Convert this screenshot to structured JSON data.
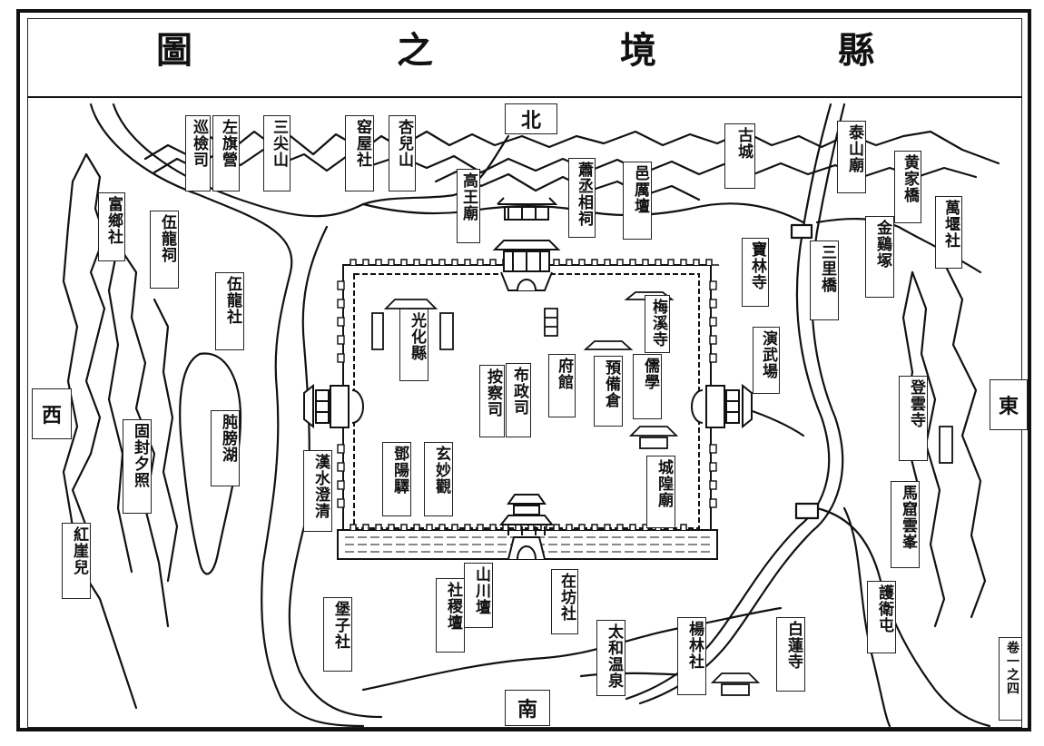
{
  "title": {
    "chars_left_to_right": [
      "圖",
      "之",
      "境",
      "縣"
    ],
    "reading": "縣境之圖"
  },
  "directions": {
    "north": "北",
    "south": "南",
    "west": "西",
    "east": "東"
  },
  "page_marker": "卷一之四",
  "labels": {
    "xunjiansi": "巡檢司",
    "zuoqiying": "左旗營",
    "sanjianshan": "三尖山",
    "yaowushe": "窑屋社",
    "xingershan": "杏兒山",
    "gaowangmiao": "高王廟",
    "xiaochengxiangci": "蕭丞相祠",
    "yilitan": "邑厲壇",
    "gucheng": "古城",
    "taishanmiao": "泰山廟",
    "huangjiaqiao": "黄家橋",
    "jinjizhong": "金鷄塚",
    "wanyanshe": "萬堰社",
    "sanliqiao": "三里橋",
    "baolinsi": "寶林寺",
    "yanwuchang": "演武場",
    "dengyunsi": "登雲寺",
    "makuyunfeng": "馬窟雲峯",
    "huweitun": "護衛屯",
    "bailiansi": "白蓮寺",
    "yanglinshe": "楊林社",
    "taihewenquan": "太和温泉",
    "zaifangshe": "在坊社",
    "shanchuantan": "山川壇",
    "shejitan": "社稷壇",
    "baozishe": "堡子社",
    "hanshuidengqing": "漢水澄清",
    "fuxiangshe": "富鄉社",
    "wulongci": "伍龍祠",
    "wulongshe": "伍龍社",
    "gufengxizhao": "固封夕照",
    "hongyaer": "紅崖兒",
    "zhunpanghu": "肫膀湖",
    "guanghuaxian": "光化縣",
    "meixisi": "梅溪寺",
    "fuguan": "府館",
    "yubeicang": "預備倉",
    "ruxue": "儒學",
    "buzhengsi": "布政司",
    "anchasi": "按察司",
    "dengyangyi": "鄧陽驛",
    "xuanmiaoguan": "玄妙觀",
    "chenghuangmiao": "城隍廟"
  },
  "colors": {
    "ink": "#111111",
    "paper": "#ffffff"
  }
}
